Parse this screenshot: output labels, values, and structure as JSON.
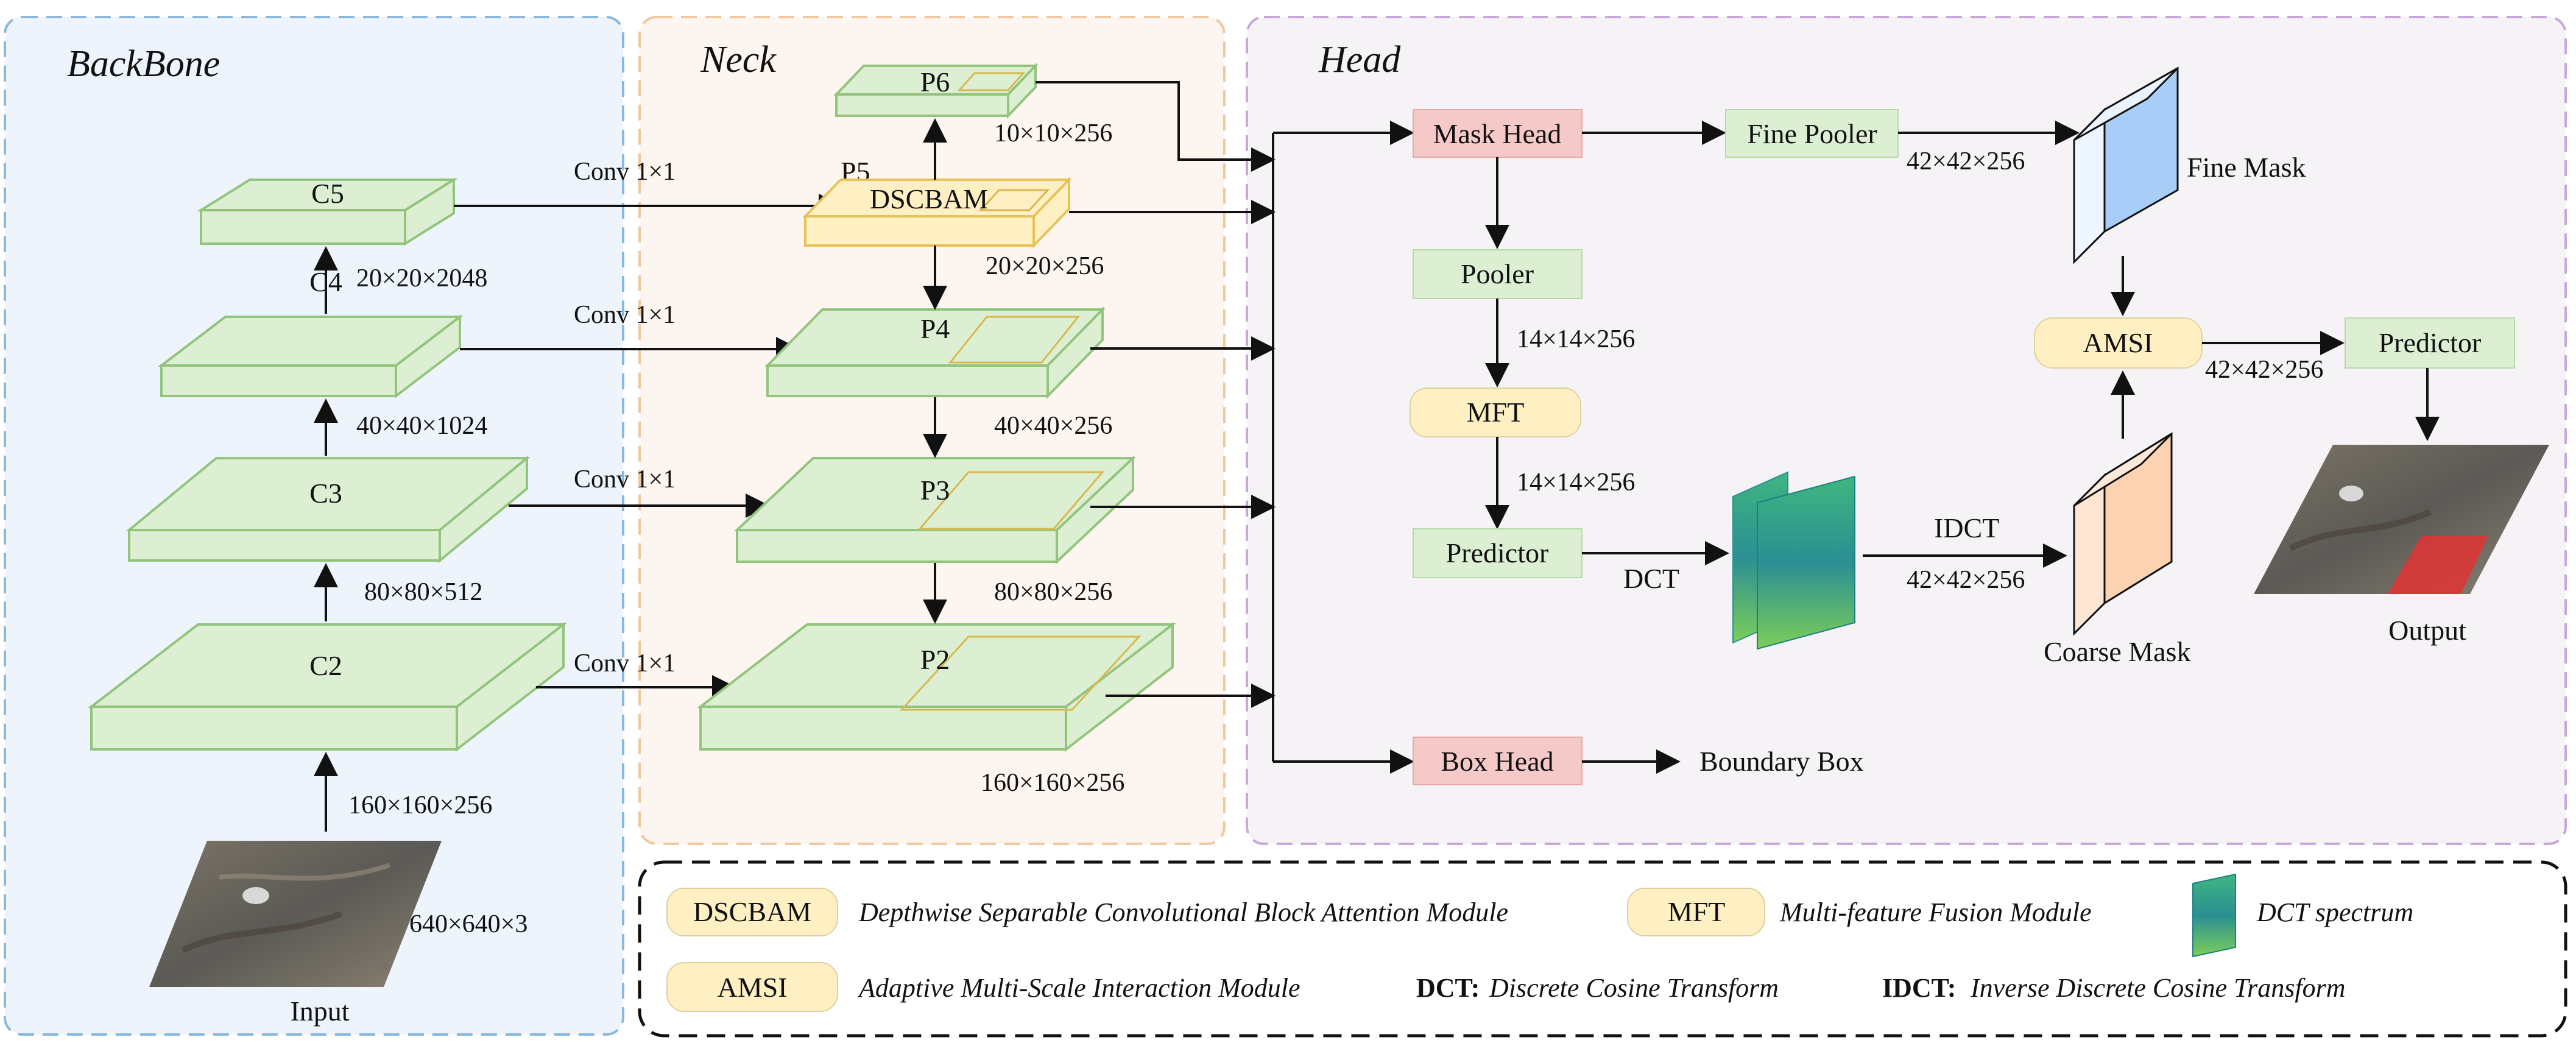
{
  "sections": {
    "backbone": "BackBone",
    "neck": "Neck",
    "head": "Head"
  },
  "backbone": {
    "c5": "C5",
    "c4": "C4",
    "c3": "C3",
    "c2": "C2",
    "dim_c5": "20×20×2048",
    "dim_c4": "40×40×1024",
    "dim_c3": "80×80×512",
    "dim_c2": "160×160×256",
    "input_dim": "640×640×3",
    "input_label": "Input"
  },
  "conv_labels": [
    "Conv 1×1",
    "Conv 1×1",
    "Conv 1×1",
    "Conv 1×1"
  ],
  "neck": {
    "p6": "P6",
    "p5": "P5",
    "dscbam": "DSCBAM",
    "p4": "P4",
    "p3": "P3",
    "p2": "P2",
    "dim_p6": "10×10×256",
    "dim_p5": "20×20×256",
    "dim_p4": "40×40×256",
    "dim_p3": "80×80×256",
    "dim_p2": "160×160×256"
  },
  "head": {
    "mask_head": "Mask Head",
    "fine_pooler": "Fine Pooler",
    "fine_pooler_dim": "42×42×256",
    "fine_mask": "Fine Mask",
    "pooler": "Pooler",
    "pooler_dim": "14×14×256",
    "mft": "MFT",
    "mft_dim": "14×14×256",
    "predictor": "Predictor",
    "dct": "DCT",
    "idct": "IDCT",
    "idct_dim": "42×42×256",
    "coarse_mask": "Coarse Mask",
    "amsi": "AMSI",
    "amsi_dim": "42×42×256",
    "predictor_out": "Predictor",
    "output": "Output",
    "box_head": "Box Head",
    "boundary_box": "Boundary Box"
  },
  "legend": {
    "dscbam_tag": "DSCBAM",
    "dscbam_desc": "Depthwise Separable Convolutional Block Attention Module",
    "mft_tag": "MFT",
    "mft_desc": "Multi-feature Fusion Module",
    "dct_spec_desc": "DCT spectrum",
    "amsi_tag": "AMSI",
    "amsi_desc": "Adaptive Multi-Scale Interaction Module",
    "dct_key": "DCT:",
    "dct_desc": "Discrete Cosine Transform",
    "idct_key": "IDCT:",
    "idct_desc": "Inverse Discrete Cosine Transform"
  },
  "colors": {
    "backbone_bg": "#eef4fc",
    "backbone_border": "#8ab8dc",
    "neck_bg": "#fdf5f0",
    "neck_border": "#f0c8a0",
    "head_bg": "#f6f3f7",
    "head_border": "#c8a8d8",
    "green_fill": "#dcefd3",
    "green_stroke": "#93c47d",
    "yellow_fill": "#fff0c4",
    "yellow_stroke": "#e6c35a",
    "red_fill": "#f6c9c9",
    "blue_mask": "#a8cdf7",
    "orange_mask": "#fcd2b0"
  }
}
